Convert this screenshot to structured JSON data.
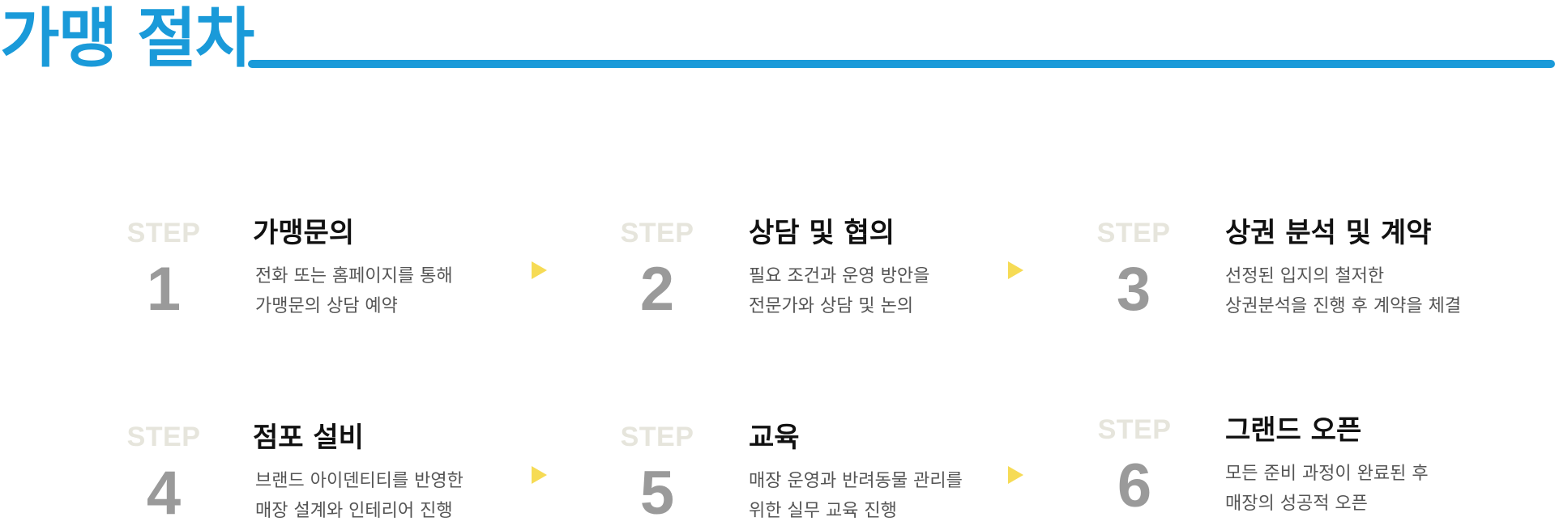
{
  "header": {
    "title": "가맹 절차"
  },
  "steps": [
    {
      "label": "STEP",
      "number": "1",
      "title": "가맹문의",
      "description": [
        "전화 또는 홈페이지를 통해",
        "가맹문의 상담 예약"
      ]
    },
    {
      "label": "STEP",
      "number": "2",
      "title": "상담 및 협의",
      "description": [
        "필요 조건과 운영 방안을",
        "전문가와 상담 및 논의"
      ]
    },
    {
      "label": "STEP",
      "number": "3",
      "title": "상권 분석 및 계약",
      "description": [
        "선정된 입지의 철저한",
        "상권분석을 진행 후 계약을 체결"
      ]
    },
    {
      "label": "STEP",
      "number": "4",
      "title": "점포 설비",
      "description": [
        "브랜드 아이덴티티를 반영한",
        "매장 설계와 인테리어 진행"
      ]
    },
    {
      "label": "STEP",
      "number": "5",
      "title": "교육",
      "description": [
        "매장 운영과 반려동물 관리를",
        "위한 실무 교육 진행"
      ]
    },
    {
      "label": "STEP",
      "number": "6",
      "title": "그랜드 오픈",
      "description": [
        "모든 준비 과정이 완료된 후",
        "매장의 성공적 오픈"
      ]
    }
  ],
  "colors": {
    "accent_blue": "#1a9ad9",
    "arrow_yellow": "#f6db55",
    "step_word": "#e6e5dc",
    "step_number": "#9a9a9a",
    "title_text": "#111111",
    "desc_text": "#555555"
  },
  "icons": {
    "arrow": "arrow-right-icon"
  }
}
